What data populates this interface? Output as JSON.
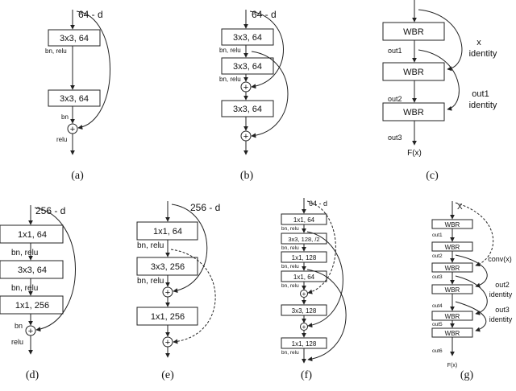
{
  "panels": {
    "a": {
      "caption": "(a)",
      "input_label": "64 - d",
      "boxes": [
        "3x3, 64",
        "3x3, 64"
      ],
      "notes": [
        "bn, relu",
        "bn",
        "relu"
      ]
    },
    "b": {
      "caption": "(b)",
      "input_label": "64 - d",
      "boxes": [
        "3x3, 64",
        "3x3, 64",
        "3x3, 64"
      ],
      "notes": [
        "bn, relu",
        "bn, relu"
      ]
    },
    "c": {
      "caption": "(c)",
      "boxes": [
        "WBR",
        "WBR",
        "WBR"
      ],
      "outs": [
        "out1",
        "out2",
        "out3"
      ],
      "skip1": [
        "x",
        "identity"
      ],
      "skip2": [
        "out1",
        "identity"
      ],
      "output": "F(x)"
    },
    "d": {
      "caption": "(d)",
      "input_label": "256 - d",
      "boxes": [
        "1x1, 64",
        "3x3, 64",
        "1x1, 256"
      ],
      "notes": [
        "bn, relu",
        "bn, relu",
        "bn",
        "relu"
      ]
    },
    "e": {
      "caption": "(e)",
      "input_label": "256 - d",
      "boxes": [
        "1x1, 64",
        "3x3, 256",
        "1x1, 256"
      ],
      "notes": [
        "bn, relu",
        "bn, relu"
      ]
    },
    "f": {
      "caption": "(f)",
      "input_label": "64 - d",
      "boxes": [
        "1x1, 64",
        "3x3, 128, /2",
        "1x1, 128",
        "1x1, 64",
        "3x3, 128",
        "1x1, 128"
      ],
      "notes": [
        "bn, relu",
        "bn, relu",
        "bn, relu",
        "bn, relu",
        "bn, relu"
      ]
    },
    "g": {
      "caption": "(g)",
      "input_label": "X",
      "boxes": [
        "WBR",
        "WBR",
        "WBR",
        "WBR",
        "WBR",
        "WBR"
      ],
      "outs": [
        "out1",
        "out2",
        "out3",
        "out4",
        "out5",
        "out6"
      ],
      "skip_labels": [
        "conv(x)",
        "out2",
        "identity",
        "out3",
        "identity"
      ],
      "output": "F(x)"
    }
  }
}
